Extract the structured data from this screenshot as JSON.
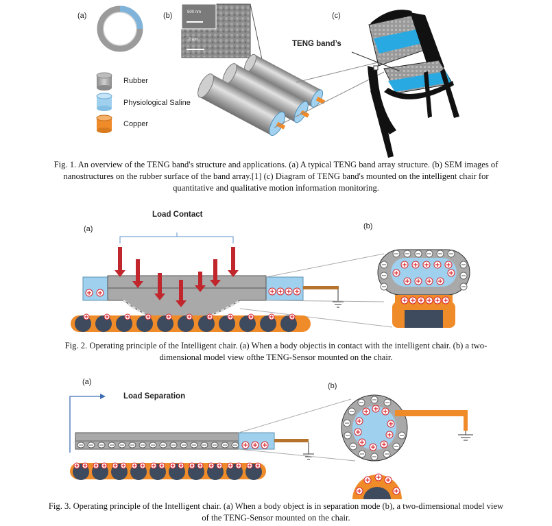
{
  "fig1": {
    "panel_a": "(a)",
    "panel_b": "(b)",
    "panel_c": "(c)",
    "sem_scale_top": "500 nm",
    "sem_scale_bottom": "2 um",
    "teng_label": "TENG band’s",
    "legend": [
      {
        "label": "Rubber",
        "color": "#a9a9a9"
      },
      {
        "label": "Physiological Saline",
        "color": "#9fd0ee"
      },
      {
        "label": "Copper",
        "color": "#f08b2a"
      }
    ],
    "caption_line1": "Fig. 1. An overview of the TENG band's structure and applications. (a) A typical TENG band array structure. (b) SEM images of",
    "caption_line2": "nanostructures on the rubber surface of the band array.[1] (c) Diagram of TENG band's mounted on the intelligent chair for",
    "caption_line3": "quantitative and qualitative motion information monitoring."
  },
  "fig2": {
    "panel_a": "(a)",
    "panel_b": "(b)",
    "title": "Load Contact",
    "caption_line1": "Fig. 2.  Operating principle of the Intelligent chair. (a) When a body objectis in contact with the intelligent chair. (b) a two-",
    "caption_line2": "dimensional model view ofthe TENG-Sensor mounted on the chair."
  },
  "fig3": {
    "panel_a": "(a)",
    "panel_b": "(b)",
    "title": "Load Separation",
    "caption_line1": "Fig. 3.  Operating principle of the Intelligent chair. (a) When a body object is in separation mode (b), a two-dimensional model view",
    "caption_line2": "of the TENG-Sensor mounted on the chair."
  },
  "colors": {
    "rubber": "#a9a9a9",
    "saline": "#9fd0ee",
    "copper": "#f08b2a",
    "dark": "#3e4a5e",
    "arrow": "#c0262c",
    "plus": "#d8232a",
    "connector": "#b5732c"
  }
}
